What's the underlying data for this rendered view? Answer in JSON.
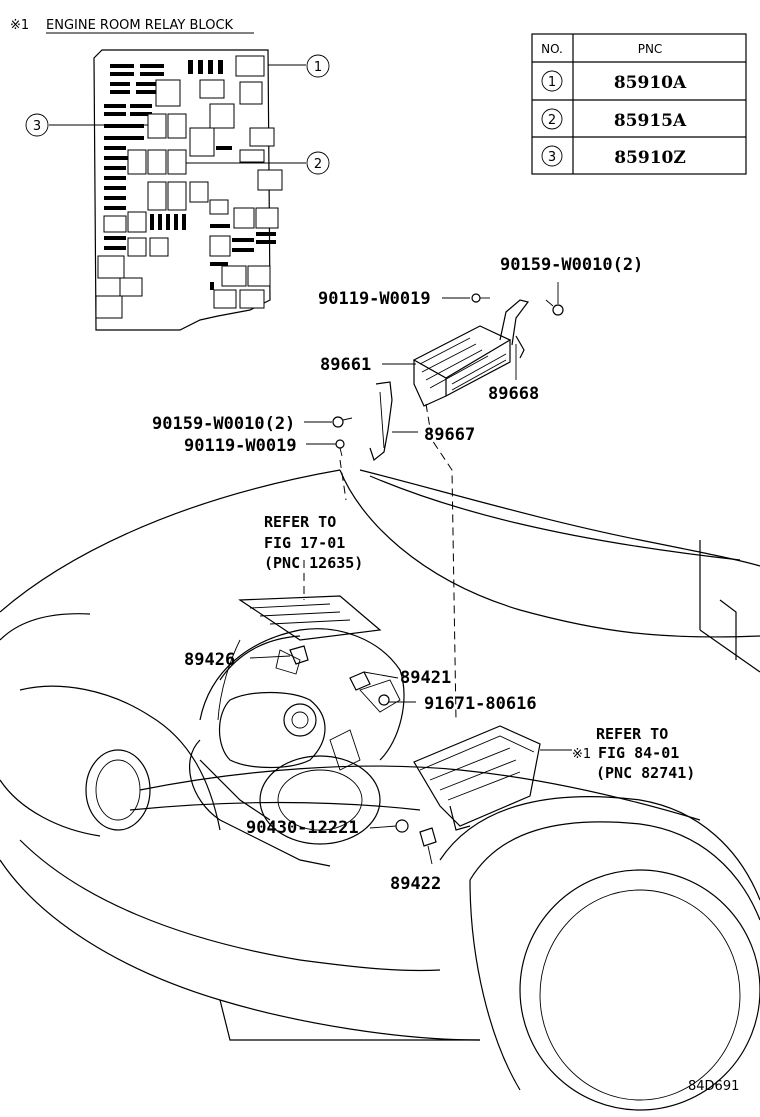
{
  "relay_block": {
    "title_mark": "※1",
    "title": "ENGINE ROOM RELAY BLOCK"
  },
  "table": {
    "header_no": "NO.",
    "header_pnc": "PNC",
    "rows": [
      {
        "no": "1",
        "pnc": "85910A"
      },
      {
        "no": "2",
        "pnc": "85915A"
      },
      {
        "no": "3",
        "pnc": "85910Z"
      }
    ]
  },
  "callouts": {
    "c1": "1",
    "c2": "2",
    "c3": "3"
  },
  "parts": {
    "p90159_top": "90159-W0010(2)",
    "p90119_top": "90119-W0019",
    "p89661": "89661",
    "p89668": "89668",
    "p90159_mid": "90159-W0010(2)",
    "p89667": "89667",
    "p90119_mid": "90119-W0019",
    "p89426": "89426",
    "p89421": "89421",
    "p91671": "91671-80616",
    "p90430": "90430-12221",
    "p89422": "89422"
  },
  "refers": {
    "r1_line1": "REFER TO",
    "r1_line2": "FIG 17-01",
    "r1_line3": "(PNC 12635)",
    "r2_line1": "REFER TO",
    "r2_mark": "※1",
    "r2_line2": "FIG 84-01",
    "r2_line3": "(PNC 82741)"
  },
  "figure_code": "84D691"
}
